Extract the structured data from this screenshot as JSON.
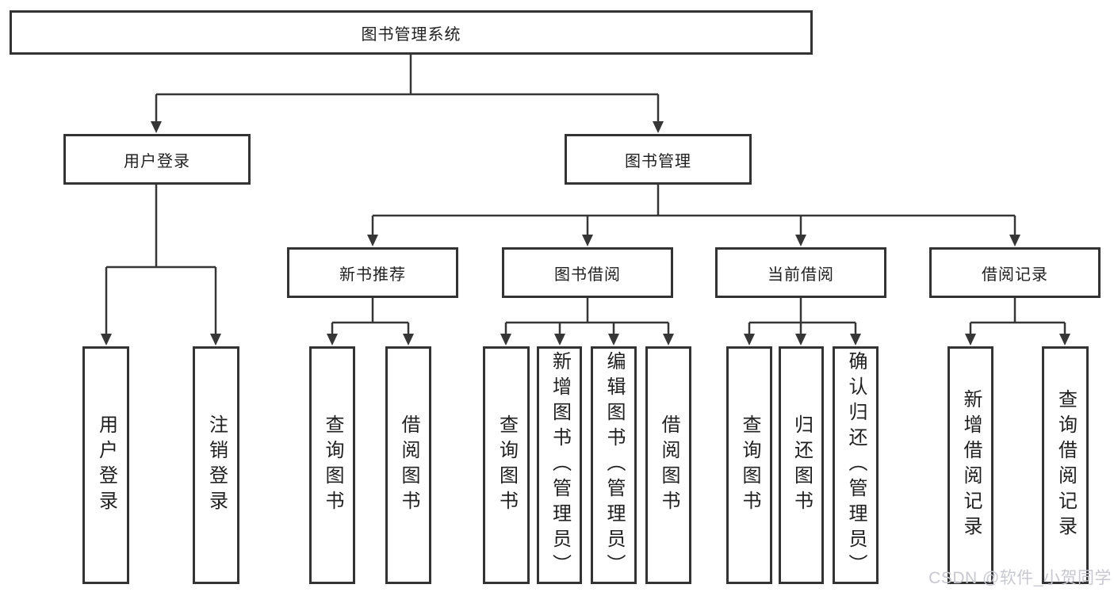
{
  "colors": {
    "line": "#363636",
    "box_border": "#333333",
    "text": "#202020",
    "background": "#ffffff",
    "watermark": "#c8c9d0"
  },
  "watermark": {
    "text": "CSDN @软件_小贺同学"
  },
  "tree": {
    "label": "图书管理系统",
    "children": [
      {
        "label": "用户登录",
        "children": [
          {
            "label": "用户登录"
          },
          {
            "label": "注销登录"
          }
        ]
      },
      {
        "label": "图书管理",
        "children": [
          {
            "label": "新书推荐",
            "children": [
              {
                "label": "查询图书"
              },
              {
                "label": "借阅图书"
              }
            ]
          },
          {
            "label": "图书借阅",
            "children": [
              {
                "label": "查询图书"
              },
              {
                "label": "新增图书（管理员）"
              },
              {
                "label": "编辑图书（管理员）"
              },
              {
                "label": "借阅图书"
              }
            ]
          },
          {
            "label": "当前借阅",
            "children": [
              {
                "label": "查询图书"
              },
              {
                "label": "归还图书"
              },
              {
                "label": "确认归还（管理员）"
              }
            ]
          },
          {
            "label": "借阅记录",
            "children": [
              {
                "label": "新增借阅记录"
              },
              {
                "label": "查询借阅记录"
              }
            ]
          }
        ]
      }
    ]
  }
}
